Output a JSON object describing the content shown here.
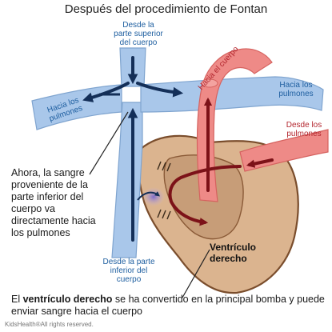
{
  "title": "Después del procedimiento de Fontan",
  "labels": {
    "superior": [
      "Desde la",
      "parte superior",
      "del cuerpo"
    ],
    "inferior": [
      "Desde la parte",
      "inferior del",
      "cuerpo"
    ],
    "lungs_left": [
      "Hacia los",
      "pulmones"
    ],
    "lungs_right": [
      "Hacia los",
      "pulmones"
    ],
    "aorta": "Hacia el cuerpo",
    "from_lungs": [
      "Desde los",
      "pulmones"
    ]
  },
  "description": "Ahora, la sangre proveniente de la parte inferior del cuerpo va directamente hacia los pulmones",
  "ventricle": [
    "Ventrículo",
    "derecho"
  ],
  "note": {
    "prefix": "El ",
    "emphasis": "ventrículo derecho",
    "suffix": " se ha convertido en la principal bomba y puede enviar sangre hacia el cuerpo"
  },
  "credit": "KidsHealth®All rights reserved.",
  "colors": {
    "vein_blue": "#a9c7ea",
    "arrow_navy": "#142f58",
    "artery_red": "#ee8a87",
    "arrow_red": "#7c1218",
    "heart": "#dbb48f",
    "heart_outline": "#7a4d2c"
  }
}
